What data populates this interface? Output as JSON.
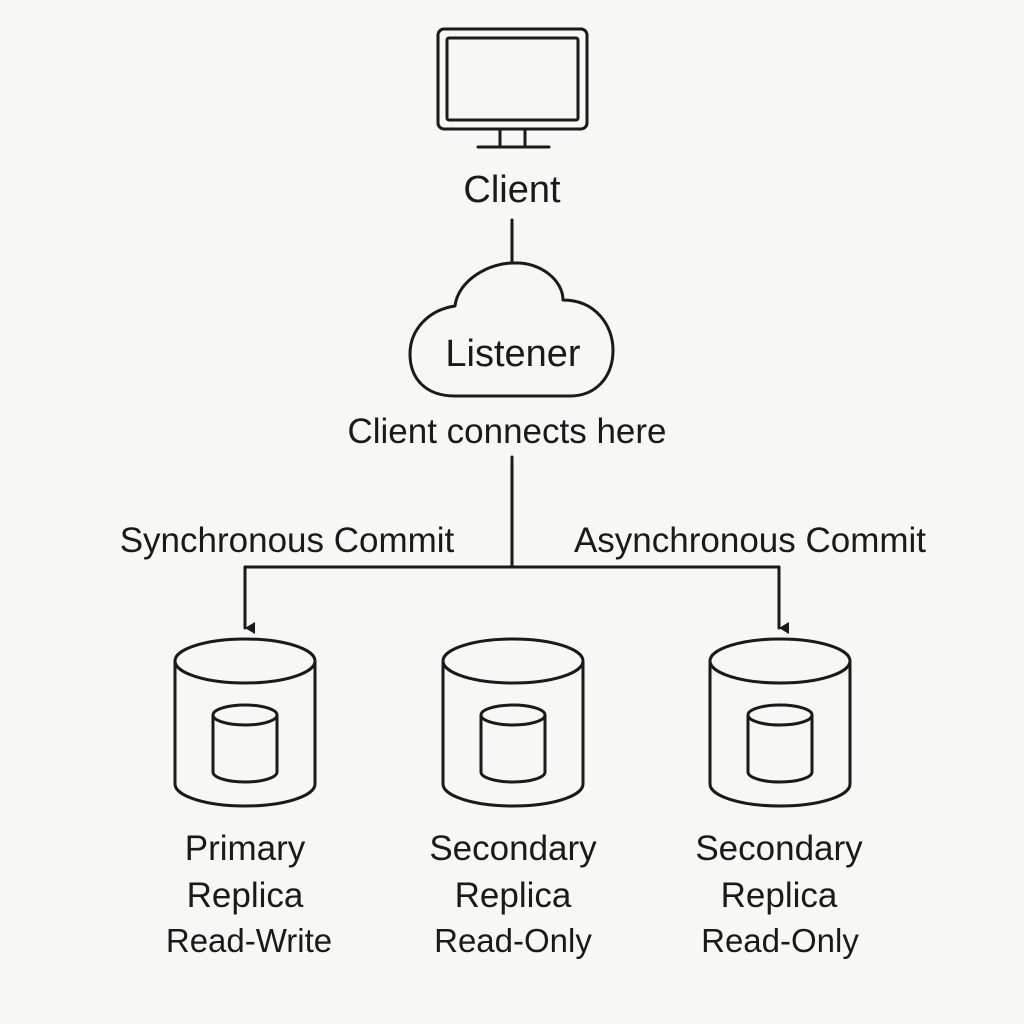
{
  "client": {
    "icon": "monitor-icon",
    "label": "Client"
  },
  "listener": {
    "icon": "cloud-icon",
    "label": "Listener",
    "note": "Client connects here"
  },
  "edges": {
    "left_label": "Synchronous Commit",
    "right_label": "Asynchronous Commit"
  },
  "replicas": [
    {
      "icon": "database-icon",
      "line1": "Primary",
      "line2": "Replica",
      "line3": "Read-Write"
    },
    {
      "icon": "database-icon",
      "line1": "Secondary",
      "line2": "Replica",
      "line3": "Read-Only"
    },
    {
      "icon": "database-icon",
      "line1": "Secondary",
      "line2": "Replica",
      "line3": "Read-Only"
    }
  ],
  "colors": {
    "line": "#1a1a1a",
    "background": "#f7f7f6"
  }
}
